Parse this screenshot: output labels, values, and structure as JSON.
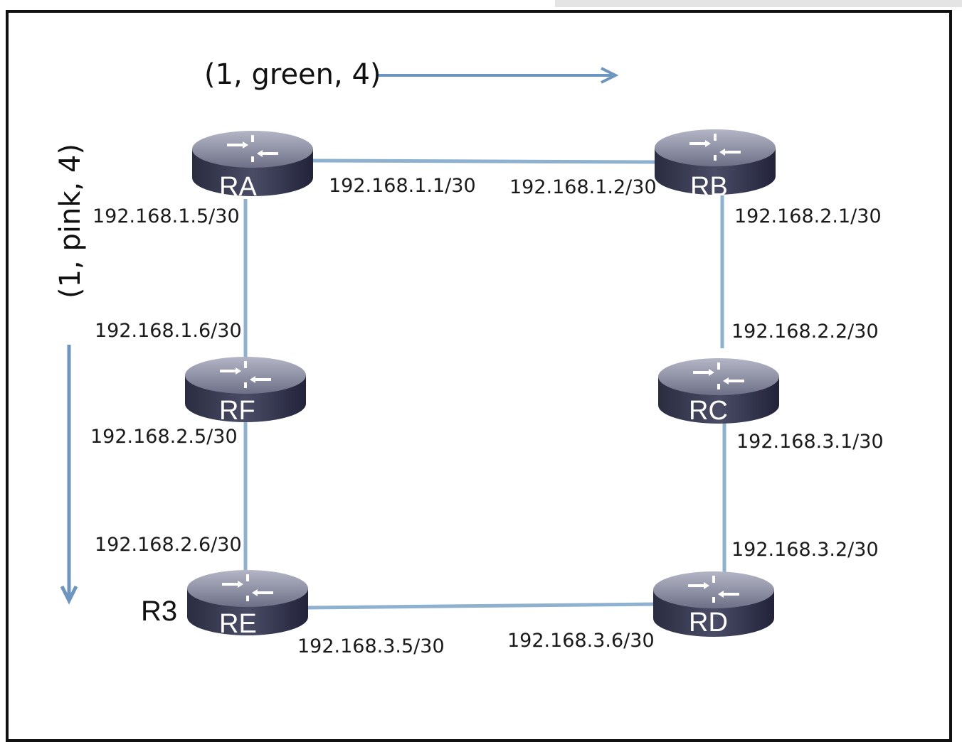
{
  "annotations": {
    "green_tuple": "(1, green, 4)",
    "pink_tuple": "(1, pink, 4)",
    "r3_label": "R3"
  },
  "routers": {
    "ra": "RA",
    "rb": "RB",
    "rc": "RC",
    "rd": "RD",
    "re": "RE",
    "rf": "RF"
  },
  "interfaces": {
    "ra_rb": "192.168.1.1/30",
    "rb_ra": "192.168.1.2/30",
    "rb_rc": "192.168.2.1/30",
    "rc_rb": "192.168.2.2/30",
    "rc_rd": "192.168.3.1/30",
    "rd_rc": "192.168.3.2/30",
    "rd_re": "192.168.3.6/30",
    "re_rd": "192.168.3.5/30",
    "ra_rf": "192.168.1.5/30",
    "rf_ra": "192.168.1.6/30",
    "rf_re": "192.168.2.5/30",
    "re_rf": "192.168.2.6/30"
  },
  "colors": {
    "link": "#8fb1d0",
    "arrow": "#6c95bf",
    "router_body": "#3a3c55",
    "router_top": "#8e90a6"
  },
  "icons": [
    "router-icon",
    "right-arrow",
    "down-arrow"
  ]
}
